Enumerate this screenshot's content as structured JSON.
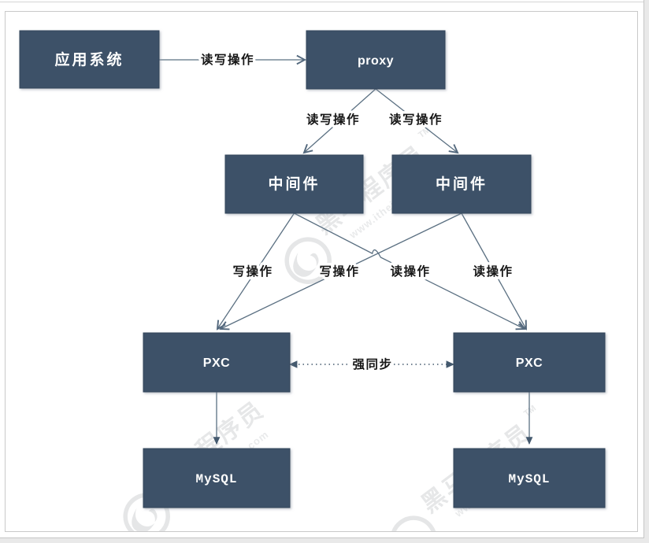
{
  "diagram": {
    "colors": {
      "node_fill": "#3c5167",
      "node_text": "#ffffff",
      "line": "#5b7082",
      "sync_line": "#44596e",
      "edge_label_text": "#161616",
      "frame_border": "#c9c9c9",
      "watermark": "#d2d4d6"
    },
    "nodes": [
      {
        "name": "app-system",
        "label": "应用系统"
      },
      {
        "name": "proxy",
        "label": "proxy"
      },
      {
        "name": "middleware-left",
        "label": "中间件"
      },
      {
        "name": "middleware-right",
        "label": "中间件"
      },
      {
        "name": "pxc-left",
        "label": "PXC"
      },
      {
        "name": "pxc-right",
        "label": "PXC"
      },
      {
        "name": "mysql-left",
        "label": "MySQL"
      },
      {
        "name": "mysql-right",
        "label": "MySQL"
      }
    ],
    "edges": [
      {
        "name": "app-to-proxy",
        "label": "读写操作"
      },
      {
        "name": "proxy-to-middleware-left",
        "label": "读写操作"
      },
      {
        "name": "proxy-to-middleware-right",
        "label": "读写操作"
      },
      {
        "name": "middleware-left-to-pxc-left",
        "label": "写操作"
      },
      {
        "name": "middleware-right-to-pxc-left",
        "label": "写操作"
      },
      {
        "name": "middleware-left-to-pxc-right",
        "label": "读操作"
      },
      {
        "name": "middleware-right-to-pxc-right",
        "label": "读操作"
      },
      {
        "name": "pxc-strong-sync",
        "label": "强同步"
      }
    ],
    "watermark": {
      "brand": "黑马程序员",
      "trademark": "TM",
      "url": "www.itheima.com"
    }
  }
}
